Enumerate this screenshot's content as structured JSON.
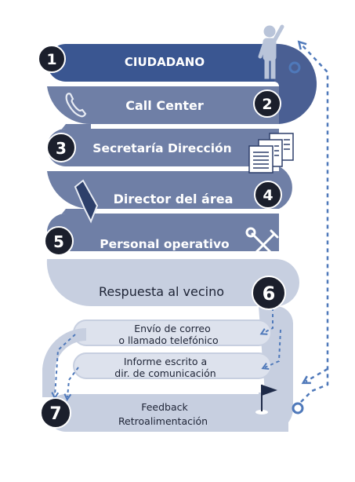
{
  "colors": {
    "dark_blue": "#3a5691",
    "mid_slate": "#6f7fa6",
    "light_slate": "#c7cfe0",
    "pale": "#dde2ed",
    "badge": "#1b1f2c",
    "accent_blue": "#4f79ba",
    "white": "#ffffff",
    "dark_text": "#1e2436"
  },
  "steps": [
    {
      "number": "1",
      "label": "CIUDADANO",
      "icon": "citizen-icon"
    },
    {
      "number": "2",
      "label": "Call Center",
      "icon": "phone-icon"
    },
    {
      "number": "3",
      "label": "Secretaría Dirección",
      "icon": "documents-icon"
    },
    {
      "number": "4",
      "label": "Director del área",
      "icon": "pen-icon"
    },
    {
      "number": "5",
      "label": "Personal  operativo",
      "icon": "tools-icon"
    },
    {
      "number": "6",
      "label": "Respuesta al vecino"
    },
    {
      "number": "7",
      "line1": "Feedback",
      "line2": "Retroalimentación",
      "icon": "flag-icon"
    }
  ],
  "branches": [
    {
      "line1": "Envío de correo",
      "line2": "o llamado telefónico"
    },
    {
      "line1": "Informe escrito a",
      "line2": "dir. de comunicación"
    }
  ]
}
